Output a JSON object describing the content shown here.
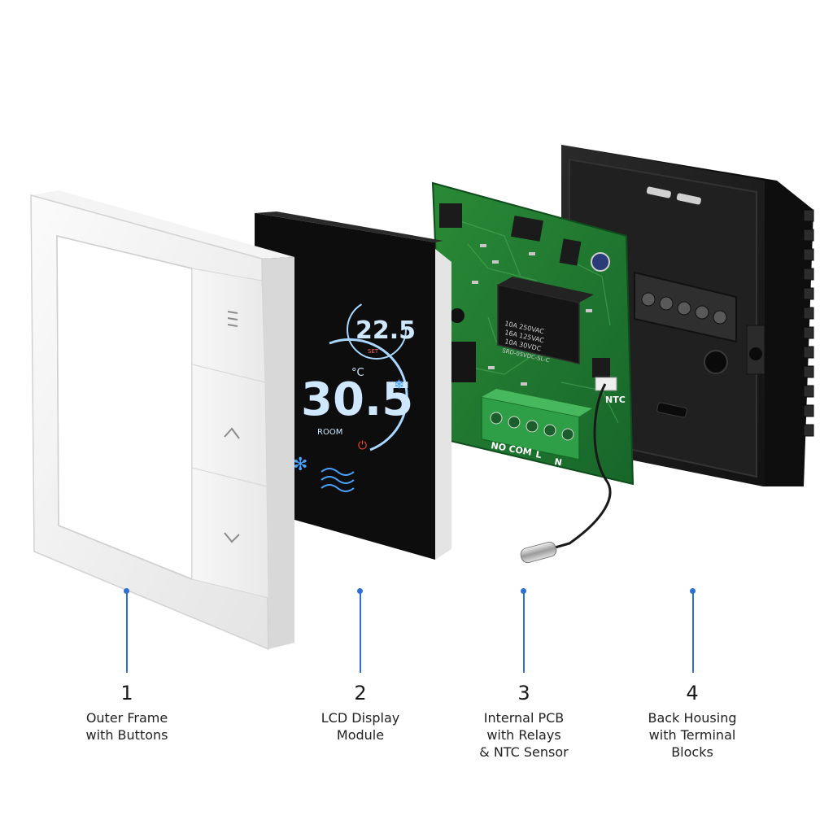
{
  "display": {
    "set_temp": "22.5",
    "set_label": "SET",
    "room_temp": "30.5",
    "unit": "°C",
    "room_label": "ROOM"
  },
  "pcb": {
    "relay_text": [
      "10A 250VAC",
      "16A 125VAC",
      "10A 30VDC",
      "SRD-05VDC-SL-C"
    ],
    "terminals": [
      "NO",
      "COM",
      "L",
      "N"
    ],
    "ntc_label": "NTC"
  },
  "parts": [
    {
      "number": "1",
      "lines": [
        "Outer Frame",
        "with Buttons"
      ]
    },
    {
      "number": "2",
      "lines": [
        "LCD Display",
        "Module"
      ]
    },
    {
      "number": "3",
      "lines": [
        "Internal PCB",
        "with Relays",
        "& NTC Sensor"
      ]
    },
    {
      "number": "4",
      "lines": [
        "Back Housing",
        "with Terminal",
        "Blocks"
      ]
    }
  ],
  "colors": {
    "accent": "#2f6fd1",
    "pcb_green": "#1f7a2c",
    "terminal_green": "#2e9e47",
    "lcd_black": "#0d0d0d",
    "lcd_blue": "#a8d8ff",
    "housing_black": "#1a1a1a"
  }
}
